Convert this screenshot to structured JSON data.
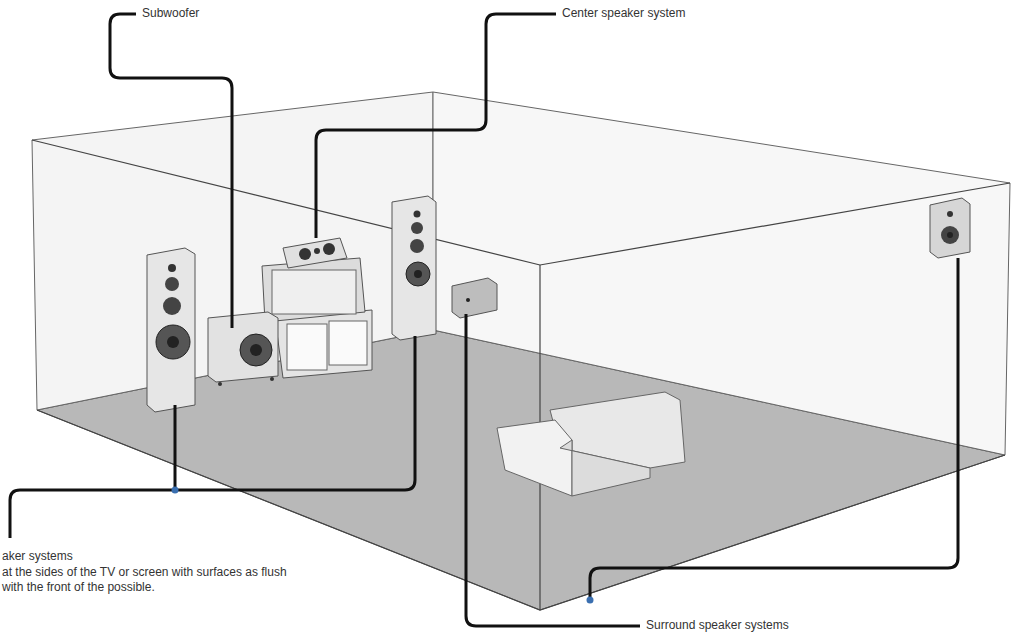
{
  "diagram": {
    "labels": [
      "Subwoofer",
      "Center speaker system",
      "aker systems",
      "at the sides of the TV or screen with surfaces as flush with the front of the possible.",
      "Surround speaker systems"
    ]
  }
}
